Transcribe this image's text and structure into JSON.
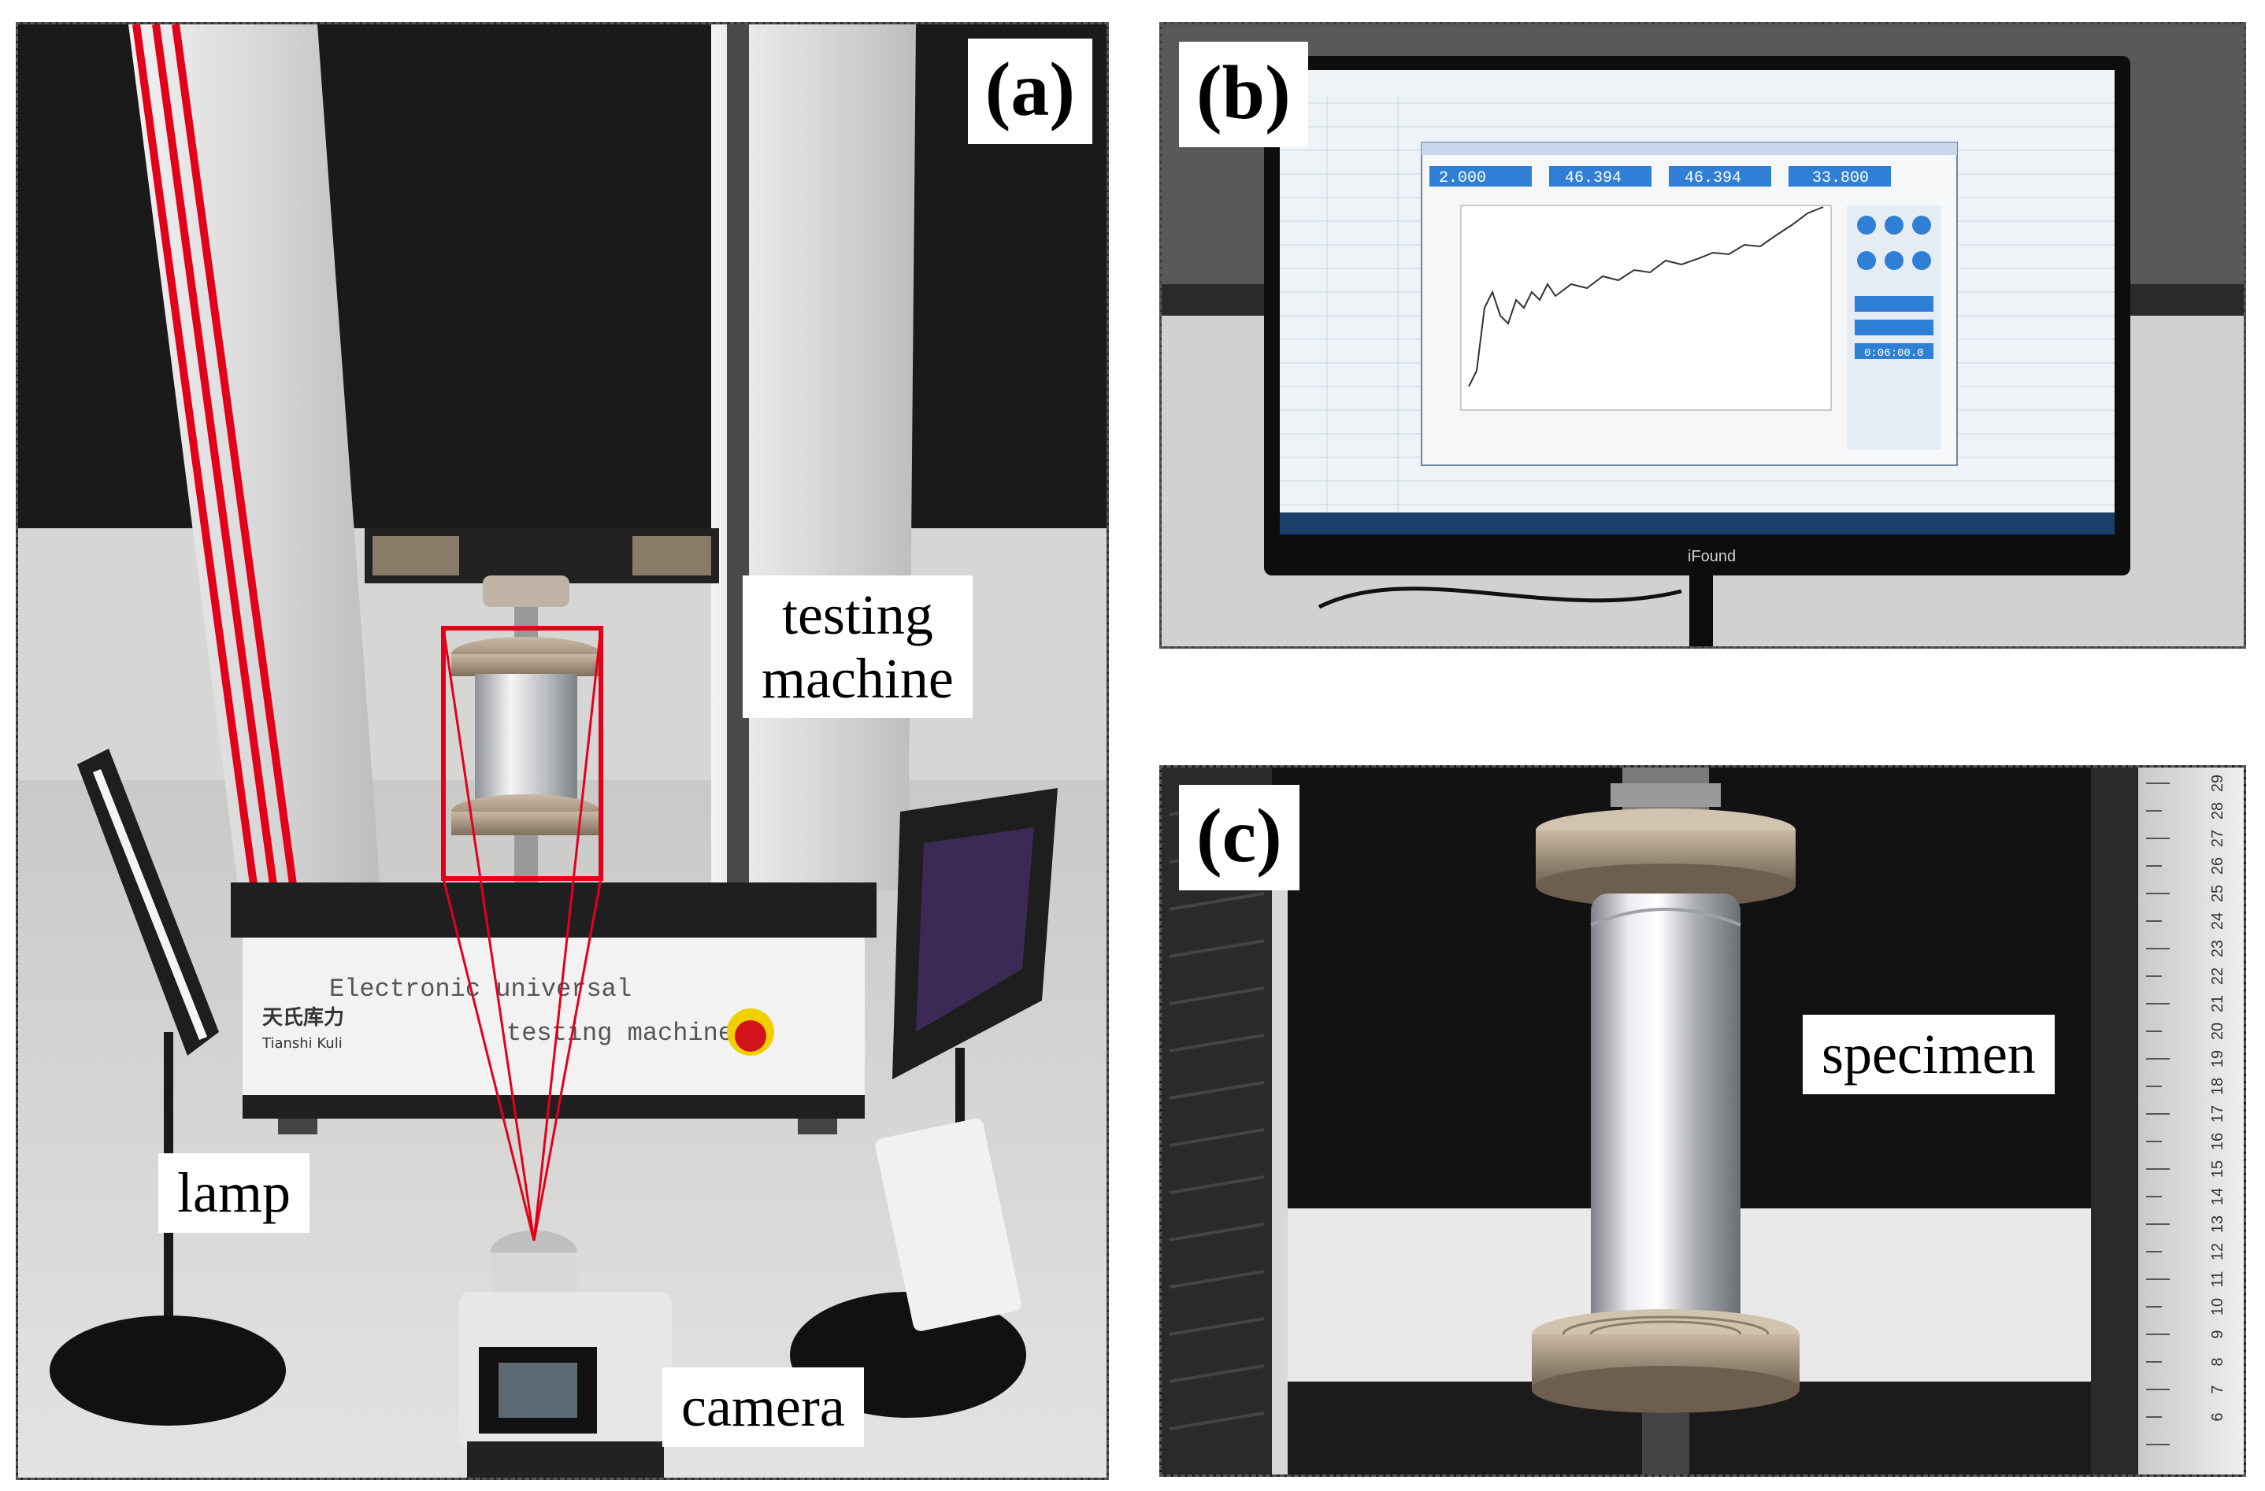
{
  "panels": {
    "a": {
      "tag": "(a)",
      "labels": {
        "testing_machine_line1": "testing",
        "testing_machine_line2": "machine",
        "lamp": "lamp",
        "camera": "camera"
      },
      "machine_text": {
        "line1": "Electronic universal",
        "line2": "testing machine",
        "brand_cn": "天氏库力",
        "brand_en": "Tianshi Kuli"
      }
    },
    "b": {
      "tag": "(b)",
      "monitor_brand": "iFound",
      "readouts": [
        "2.000",
        "46.394",
        "46.394",
        "33.800"
      ],
      "time_display": "0:06:00.0"
    },
    "c": {
      "tag": "(c)",
      "labels": {
        "specimen": "specimen"
      },
      "ruler_ticks": [
        "29",
        "28",
        "27",
        "26",
        "25",
        "24",
        "23",
        "22",
        "21",
        "20",
        "19",
        "18",
        "17",
        "16",
        "15",
        "14",
        "13",
        "12",
        "11",
        "10",
        "9",
        "8",
        "7",
        "6"
      ]
    }
  },
  "colors": {
    "highlight_red": "#e3001b",
    "screen_blue": "#2f7fd6"
  }
}
